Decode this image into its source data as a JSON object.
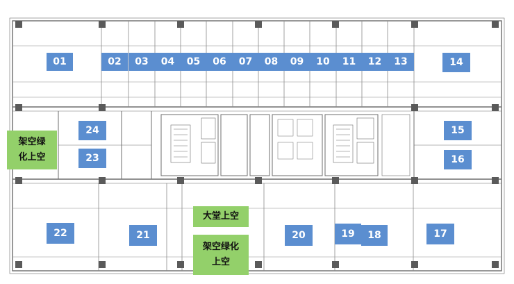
{
  "units": [
    "01",
    "02",
    "03",
    "04",
    "05",
    "06",
    "07",
    "08",
    "09",
    "10",
    "11",
    "12",
    "13",
    "14",
    "15",
    "16",
    "17",
    "18",
    "19",
    "20",
    "21",
    "22",
    "23",
    "24"
  ],
  "green_areas": {
    "left_terrace": {
      "line1": "架空绿",
      "line2": "化上空"
    },
    "lobby_void": {
      "text": "大堂上空"
    },
    "bottom_terrace": {
      "line1": "架空绿化",
      "line2": "上空"
    }
  },
  "colors": {
    "unit_fill": "#5b8ed0",
    "green_fill": "#93d06a",
    "line": "#6d6d6d",
    "column": "#5a5a5a"
  }
}
